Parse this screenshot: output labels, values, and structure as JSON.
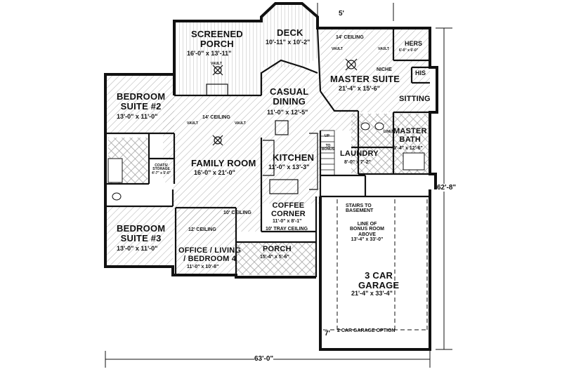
{
  "rooms": {
    "screened_porch": {
      "name_l1": "SCREENED",
      "name_l2": "PORCH",
      "dims": "16'-0\" x 13'-11\""
    },
    "deck": {
      "name": "DECK",
      "dims": "10'-11\" x 10'-2\""
    },
    "master_suite": {
      "ceiling": "14' CEILING",
      "name": "MASTER SUITE",
      "dims": "21'-4\" x 15'-6\"",
      "niche": "NICHE"
    },
    "hers": {
      "name": "HERS",
      "dims": "6'-0\" x 6'-0\""
    },
    "his": {
      "name": "HIS"
    },
    "sitting": {
      "name": "SITTING"
    },
    "bedroom2": {
      "name_l1": "BEDROOM",
      "name_l2": "SUITE #2",
      "dims": "13'-0\" x 11'-0\""
    },
    "casual_dining": {
      "name_l1": "CASUAL",
      "name_l2": "DINING",
      "dims": "11'-0\" x 12'-5\""
    },
    "family_room": {
      "ceiling": "14' CEILING",
      "name": "FAMILY ROOM",
      "dims": "16'-0\" x 21'-0\""
    },
    "kitchen": {
      "name": "KITCHEN",
      "dims": "11'-0\" x 13'-3\""
    },
    "laundry": {
      "name": "LAUNDRY",
      "dims": "8'-0\" x 7'-2\""
    },
    "master_bath": {
      "name_l1": "MASTER",
      "name_l2": "BATH",
      "dims": "9'-4\" x 12'-6\"",
      "linen": "LINEN"
    },
    "coats": {
      "name_l1": "COATS/",
      "name_l2": "STORAGE",
      "dims": "4'-7\" x 5'-0\""
    },
    "bedroom3": {
      "name_l1": "BEDROOM",
      "name_l2": "SUITE #3",
      "dims": "13'-0\" x 11'-0\""
    },
    "office": {
      "ceiling": "12' CEILING",
      "name_l1": "OFFICE / LIVING",
      "name_l2": "/ BEDROOM 4",
      "dims": "11'-0\" x 10'-8\""
    },
    "hall": {
      "ceiling": "10' CEILING"
    },
    "coffee_corner": {
      "name_l1": "COFFEE",
      "name_l2": "CORNER",
      "dims": "11'-0\" x 8'-1\"",
      "ceiling": "10' TRAY CEILING"
    },
    "porch": {
      "name": "PORCH",
      "dims": "15'-4\" x 5'-6\""
    },
    "garage": {
      "name_l1": "3 CAR",
      "name_l2": "GARAGE",
      "dims": "21'-4\" x 33'-4\"",
      "option": "2 CAR GARAGE OPTION"
    }
  },
  "notes": {
    "stairs_l1": "STAIRS TO",
    "stairs_l2": "BASEMENT",
    "bonus_l1": "LINE OF",
    "bonus_l2": "BONUS ROOM",
    "bonus_l3": "ABOVE",
    "bonus_l4": "13'-4\" x 33'-0\"",
    "up": "UP",
    "to_bonus_l1": "TO",
    "to_bonus_l2": "BONUS",
    "vault": "VAULT"
  },
  "dimensions": {
    "width": "63'-0\"",
    "depth": "62'-8\"",
    "bump": "5'",
    "garage_offset": "7'"
  }
}
